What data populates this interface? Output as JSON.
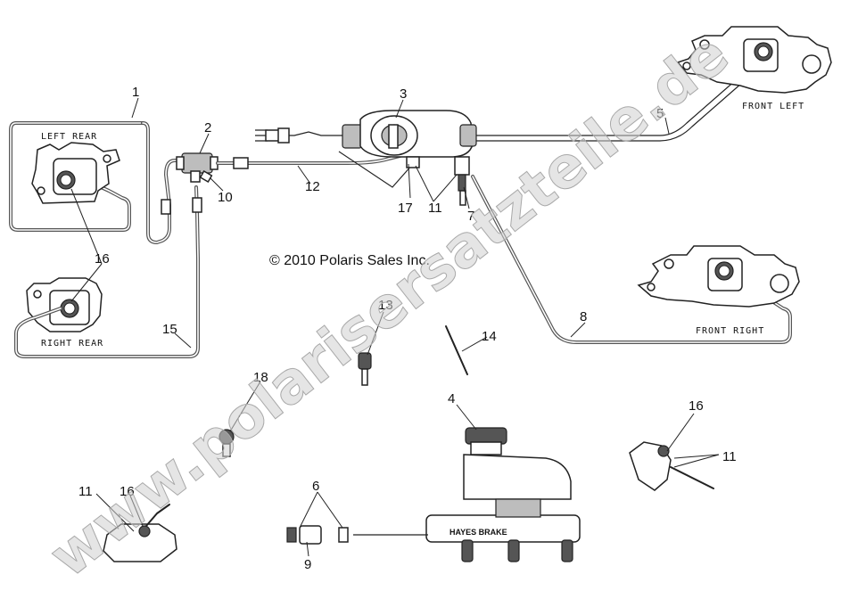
{
  "diagram": {
    "copyright": "© 2010 Polaris Sales Inc.",
    "watermark": "www.polarisersatzteile.de",
    "caliper_labels": {
      "left_rear": "LEFT REAR",
      "right_rear": "RIGHT REAR",
      "front_left": "FRONT LEFT",
      "front_right": "FRONT RIGHT"
    },
    "master_cylinder_brand": "HAYES BRAKE",
    "callouts": [
      {
        "id": "c1",
        "text": "1"
      },
      {
        "id": "c2",
        "text": "2"
      },
      {
        "id": "c3",
        "text": "3"
      },
      {
        "id": "c4",
        "text": "4"
      },
      {
        "id": "c5",
        "text": "5"
      },
      {
        "id": "c6",
        "text": "6"
      },
      {
        "id": "c7",
        "text": "7"
      },
      {
        "id": "c8",
        "text": "8"
      },
      {
        "id": "c9",
        "text": "9"
      },
      {
        "id": "c10",
        "text": "10"
      },
      {
        "id": "c11a",
        "text": "11"
      },
      {
        "id": "c11b",
        "text": "11"
      },
      {
        "id": "c11c",
        "text": "11"
      },
      {
        "id": "c12",
        "text": "12"
      },
      {
        "id": "c13",
        "text": "13"
      },
      {
        "id": "c14",
        "text": "14"
      },
      {
        "id": "c15",
        "text": "15"
      },
      {
        "id": "c16a",
        "text": "16"
      },
      {
        "id": "c16b",
        "text": "16"
      },
      {
        "id": "c16c",
        "text": "16"
      },
      {
        "id": "c17",
        "text": "17"
      },
      {
        "id": "c18",
        "text": "18"
      }
    ]
  }
}
